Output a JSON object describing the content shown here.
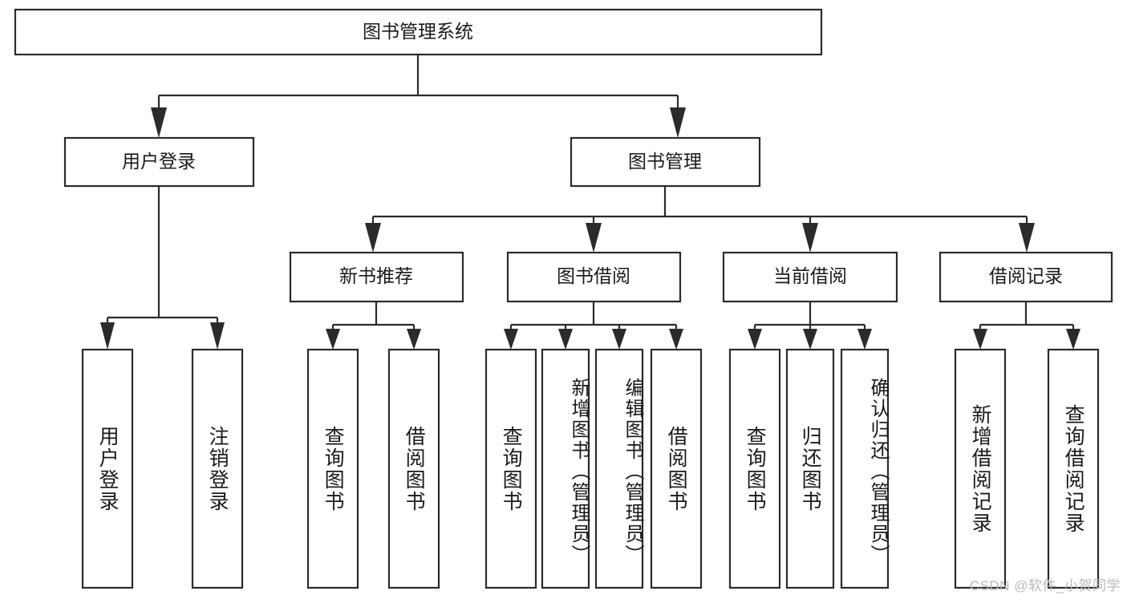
{
  "diagram": {
    "type": "tree-hierarchy",
    "title": "图书管理系统",
    "orientation": "top-down",
    "levels": 4,
    "colors": {
      "box_fill": "#ffffff",
      "box_stroke": "#2b2b2b",
      "text": "#1a1a1a",
      "connector": "#2b2b2b",
      "watermark": "#b9b9b9",
      "background": "#ffffff"
    },
    "root": {
      "label": "图书管理系统"
    },
    "level2": [
      {
        "label": "用户登录"
      },
      {
        "label": "图书管理"
      }
    ],
    "level3": [
      {
        "label": "新书推荐"
      },
      {
        "label": "图书借阅"
      },
      {
        "label": "当前借阅"
      },
      {
        "label": "借阅记录"
      }
    ],
    "leaves": {
      "user_login": [
        {
          "label": "用户登录"
        },
        {
          "label": "注销登录"
        }
      ],
      "new_book_recommend": [
        {
          "label": "查询图书"
        },
        {
          "label": "借阅图书"
        }
      ],
      "book_borrow": [
        {
          "label": "查询图书"
        },
        {
          "label": "新增图书（管理员）"
        },
        {
          "label": "编辑图书（管理员）"
        },
        {
          "label": "借阅图书"
        }
      ],
      "current_borrow": [
        {
          "label": "查询图书"
        },
        {
          "label": "归还图书"
        },
        {
          "label": "确认归还（管理员）"
        }
      ],
      "borrow_record": [
        {
          "label": "新增借阅记录"
        },
        {
          "label": "查询借阅记录"
        }
      ]
    },
    "watermark": "CSDN @软件_小贺同学"
  }
}
